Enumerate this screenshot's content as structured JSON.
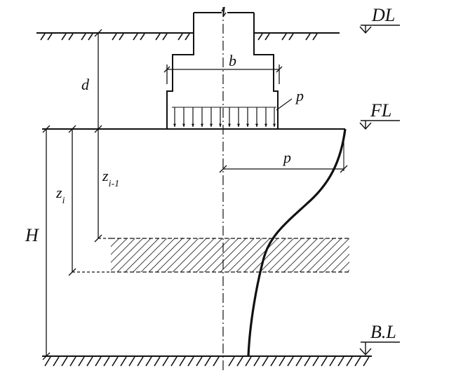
{
  "labels": {
    "datum_level": "DL",
    "foundation_level": "FL",
    "bottom_level": "B.L",
    "footing_width": "b",
    "pressure_load": "p",
    "pressure_curve": "p",
    "depth": "d",
    "layer_top_depth_main": "z",
    "layer_top_depth_sub": "i-1",
    "layer_bottom_depth_main": "z",
    "layer_bottom_depth_sub": "i",
    "thickness": "H"
  },
  "colors": {
    "ink": "#111111",
    "background": "#ffffff"
  }
}
